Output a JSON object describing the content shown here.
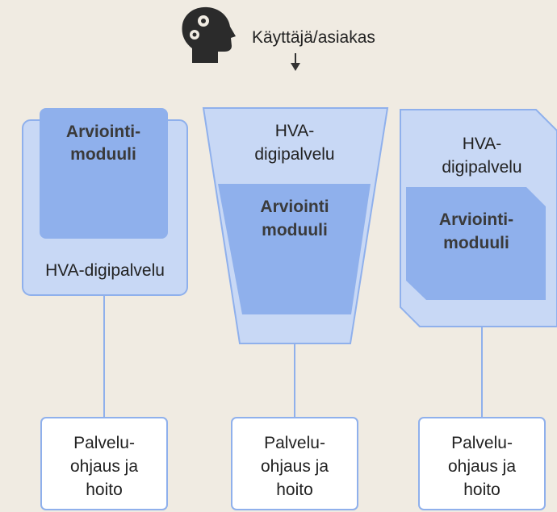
{
  "user": {
    "label": "Käyttäjä/asiakas",
    "icon": "head-gears-icon"
  },
  "colors": {
    "background": "#f0ebe2",
    "outer_fill": "#c8d8f5",
    "outer_stroke": "#8fb0ec",
    "inner_fill": "#8fb0ec",
    "connector": "#8fb0ec",
    "box_fill": "#ffffff",
    "icon": "#2b2b2b"
  },
  "variants": [
    {
      "service_label": "HVA-digipalvelu",
      "module_line1": "Arviointi-",
      "module_line2": "moduuli",
      "outcome_lines": [
        "Palvelu-",
        "ohjaus ja",
        "hoito"
      ]
    },
    {
      "service_line1": "HVA-",
      "service_line2": "digipalvelu",
      "module_line1": "Arviointi",
      "module_line2": "moduuli",
      "outcome_lines": [
        "Palvelu-",
        "ohjaus ja",
        "hoito"
      ]
    },
    {
      "service_line1": "HVA-",
      "service_line2": "digipalvelu",
      "module_line1": "Arviointi-",
      "module_line2": "moduuli",
      "outcome_lines": [
        "Palvelu-",
        "ohjaus ja",
        "hoito"
      ]
    }
  ]
}
